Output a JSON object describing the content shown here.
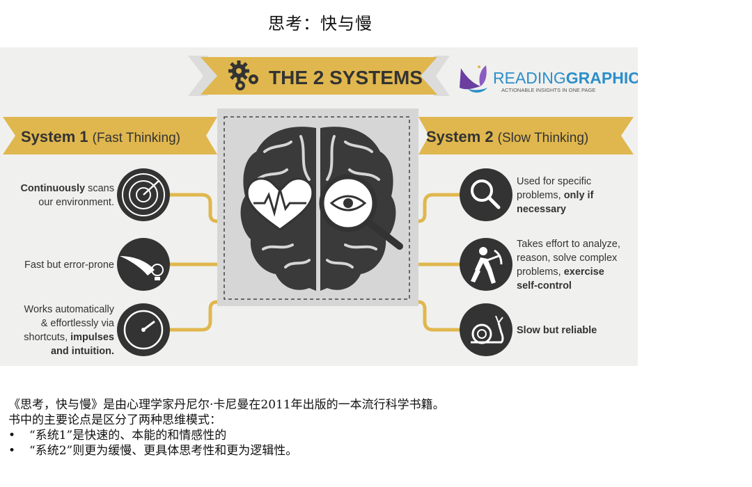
{
  "page_title": "思考：快与慢",
  "infographic": {
    "banner_title": "THE 2 SYSTEMS",
    "brand": {
      "name_light": "READING",
      "name_bold": "GRAPHICS",
      "tagline": "ACTIONABLE INSIGHTS IN ONE PAGE"
    },
    "system1": {
      "title_bold": "System 1",
      "title_light": "(Fast Thinking)",
      "items": [
        {
          "icon": "radar-icon",
          "lines": [
            [
              {
                "t": "Continuously",
                "b": true
              },
              {
                "t": " scans",
                "b": false
              }
            ],
            [
              {
                "t": "our environment.",
                "b": false
              }
            ]
          ]
        },
        {
          "icon": "comet-lightbulb-icon",
          "lines": [
            [
              {
                "t": "Fast but error-prone",
                "b": false
              }
            ]
          ]
        },
        {
          "icon": "gauge-icon",
          "lines": [
            [
              {
                "t": "Works automatically",
                "b": false
              }
            ],
            [
              {
                "t": "& effortlessly via",
                "b": false
              }
            ],
            [
              {
                "t": "shortcuts, ",
                "b": false
              },
              {
                "t": "impulses",
                "b": true
              }
            ],
            [
              {
                "t": "and intuition.",
                "b": true
              }
            ]
          ]
        }
      ]
    },
    "system2": {
      "title_bold": "System 2",
      "title_light": "(Slow Thinking)",
      "items": [
        {
          "icon": "magnifier-icon",
          "lines": [
            [
              {
                "t": "Used for specific",
                "b": false
              }
            ],
            [
              {
                "t": "problems, ",
                "b": false
              },
              {
                "t": "only if",
                "b": true
              }
            ],
            [
              {
                "t": "necessary",
                "b": true
              }
            ]
          ]
        },
        {
          "icon": "worker-pickaxe-icon",
          "lines": [
            [
              {
                "t": "Takes effort to analyze,",
                "b": false
              }
            ],
            [
              {
                "t": "reason, solve complex",
                "b": false
              }
            ],
            [
              {
                "t": "problems, ",
                "b": false
              },
              {
                "t": "exercise",
                "b": true
              }
            ],
            [
              {
                "t": "self-control",
                "b": true
              }
            ]
          ]
        },
        {
          "icon": "snail-icon",
          "lines": [
            [
              {
                "t": "Slow but reliable",
                "b": true
              }
            ]
          ]
        }
      ]
    },
    "colors": {
      "gold": "#e0b74e",
      "dark": "#333333",
      "panel": "#d6d6d6",
      "background": "#f0f0ef",
      "brand_blue": "#2b8fc9",
      "brand_purple": "#6a3fa0"
    }
  },
  "caption": {
    "line1": "《思考，快与慢》是由心理学家丹尼尔·卡尼曼在2011年出版的一本流行科学书籍。",
    "line2": "书中的主要论点是区分了两种思维模式：",
    "bullets": [
      "“系统1”是快速的、本能的和情感性的",
      "“系统2”则更为缓慢、更具体思考性和更为逻辑性。"
    ],
    "bullet_char": "•"
  }
}
